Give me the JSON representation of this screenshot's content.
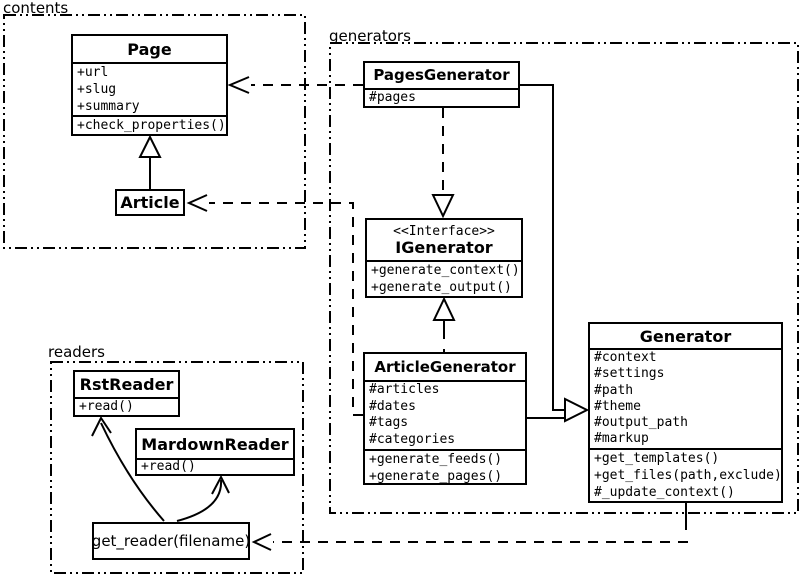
{
  "diagram": {
    "type": "uml-class-diagram",
    "colors": {
      "line": "#000000",
      "background": "#ffffff",
      "text": "#000000"
    }
  },
  "packages": {
    "contents": {
      "label": "contents"
    },
    "generators": {
      "label": "generators"
    },
    "readers": {
      "label": "readers"
    }
  },
  "classes": {
    "page": {
      "title": "Page",
      "attrs": [
        "+url",
        "+slug",
        "+summary"
      ],
      "methods": [
        "+check_properties()"
      ]
    },
    "article": {
      "title": "Article"
    },
    "pages_generator": {
      "title": "PagesGenerator",
      "attrs": [
        "#pages"
      ]
    },
    "igenerator": {
      "stereotype": "<<Interface>>",
      "title": "IGenerator",
      "methods": [
        "+generate_context()",
        "+generate_output()"
      ]
    },
    "article_generator": {
      "title": "ArticleGenerator",
      "attrs": [
        "#articles",
        "#dates",
        "#tags",
        "#categories"
      ],
      "methods": [
        "+generate_feeds()",
        "+generate_pages()"
      ]
    },
    "generator": {
      "title": "Generator",
      "attrs": [
        "#context",
        "#settings",
        "#path",
        "#theme",
        "#output_path",
        "#markup"
      ],
      "methods": [
        "+get_templates()",
        "+get_files(path,exclude)",
        "#_update_context()"
      ]
    },
    "rst_reader": {
      "title": "RstReader",
      "methods": [
        "+read()"
      ]
    },
    "mardown_reader": {
      "title": "MardownReader",
      "methods": [
        "+read()"
      ]
    },
    "get_reader": {
      "label": "get_reader(filename)"
    }
  },
  "relationships": [
    "Article --|> Page (inheritance, solid hollow triangle)",
    "PagesGenerator ..> Page (dependency, dashed open arrow)",
    "ArticleGenerator ..> Article (dependency, dashed open arrow)",
    "PagesGenerator ..|> IGenerator (realization, dashed hollow triangle)",
    "ArticleGenerator ..|> IGenerator (realization, dashed hollow triangle)",
    "PagesGenerator --|> Generator (inheritance, solid hollow triangle)",
    "ArticleGenerator --|> Generator (inheritance, solid hollow triangle)",
    "Generator ..> get_reader(filename) (dependency, dashed open arrow)",
    "get_reader(filename) -> RstReader (curved open arrow)",
    "get_reader(filename) -> MardownReader (curved open arrow)"
  ]
}
